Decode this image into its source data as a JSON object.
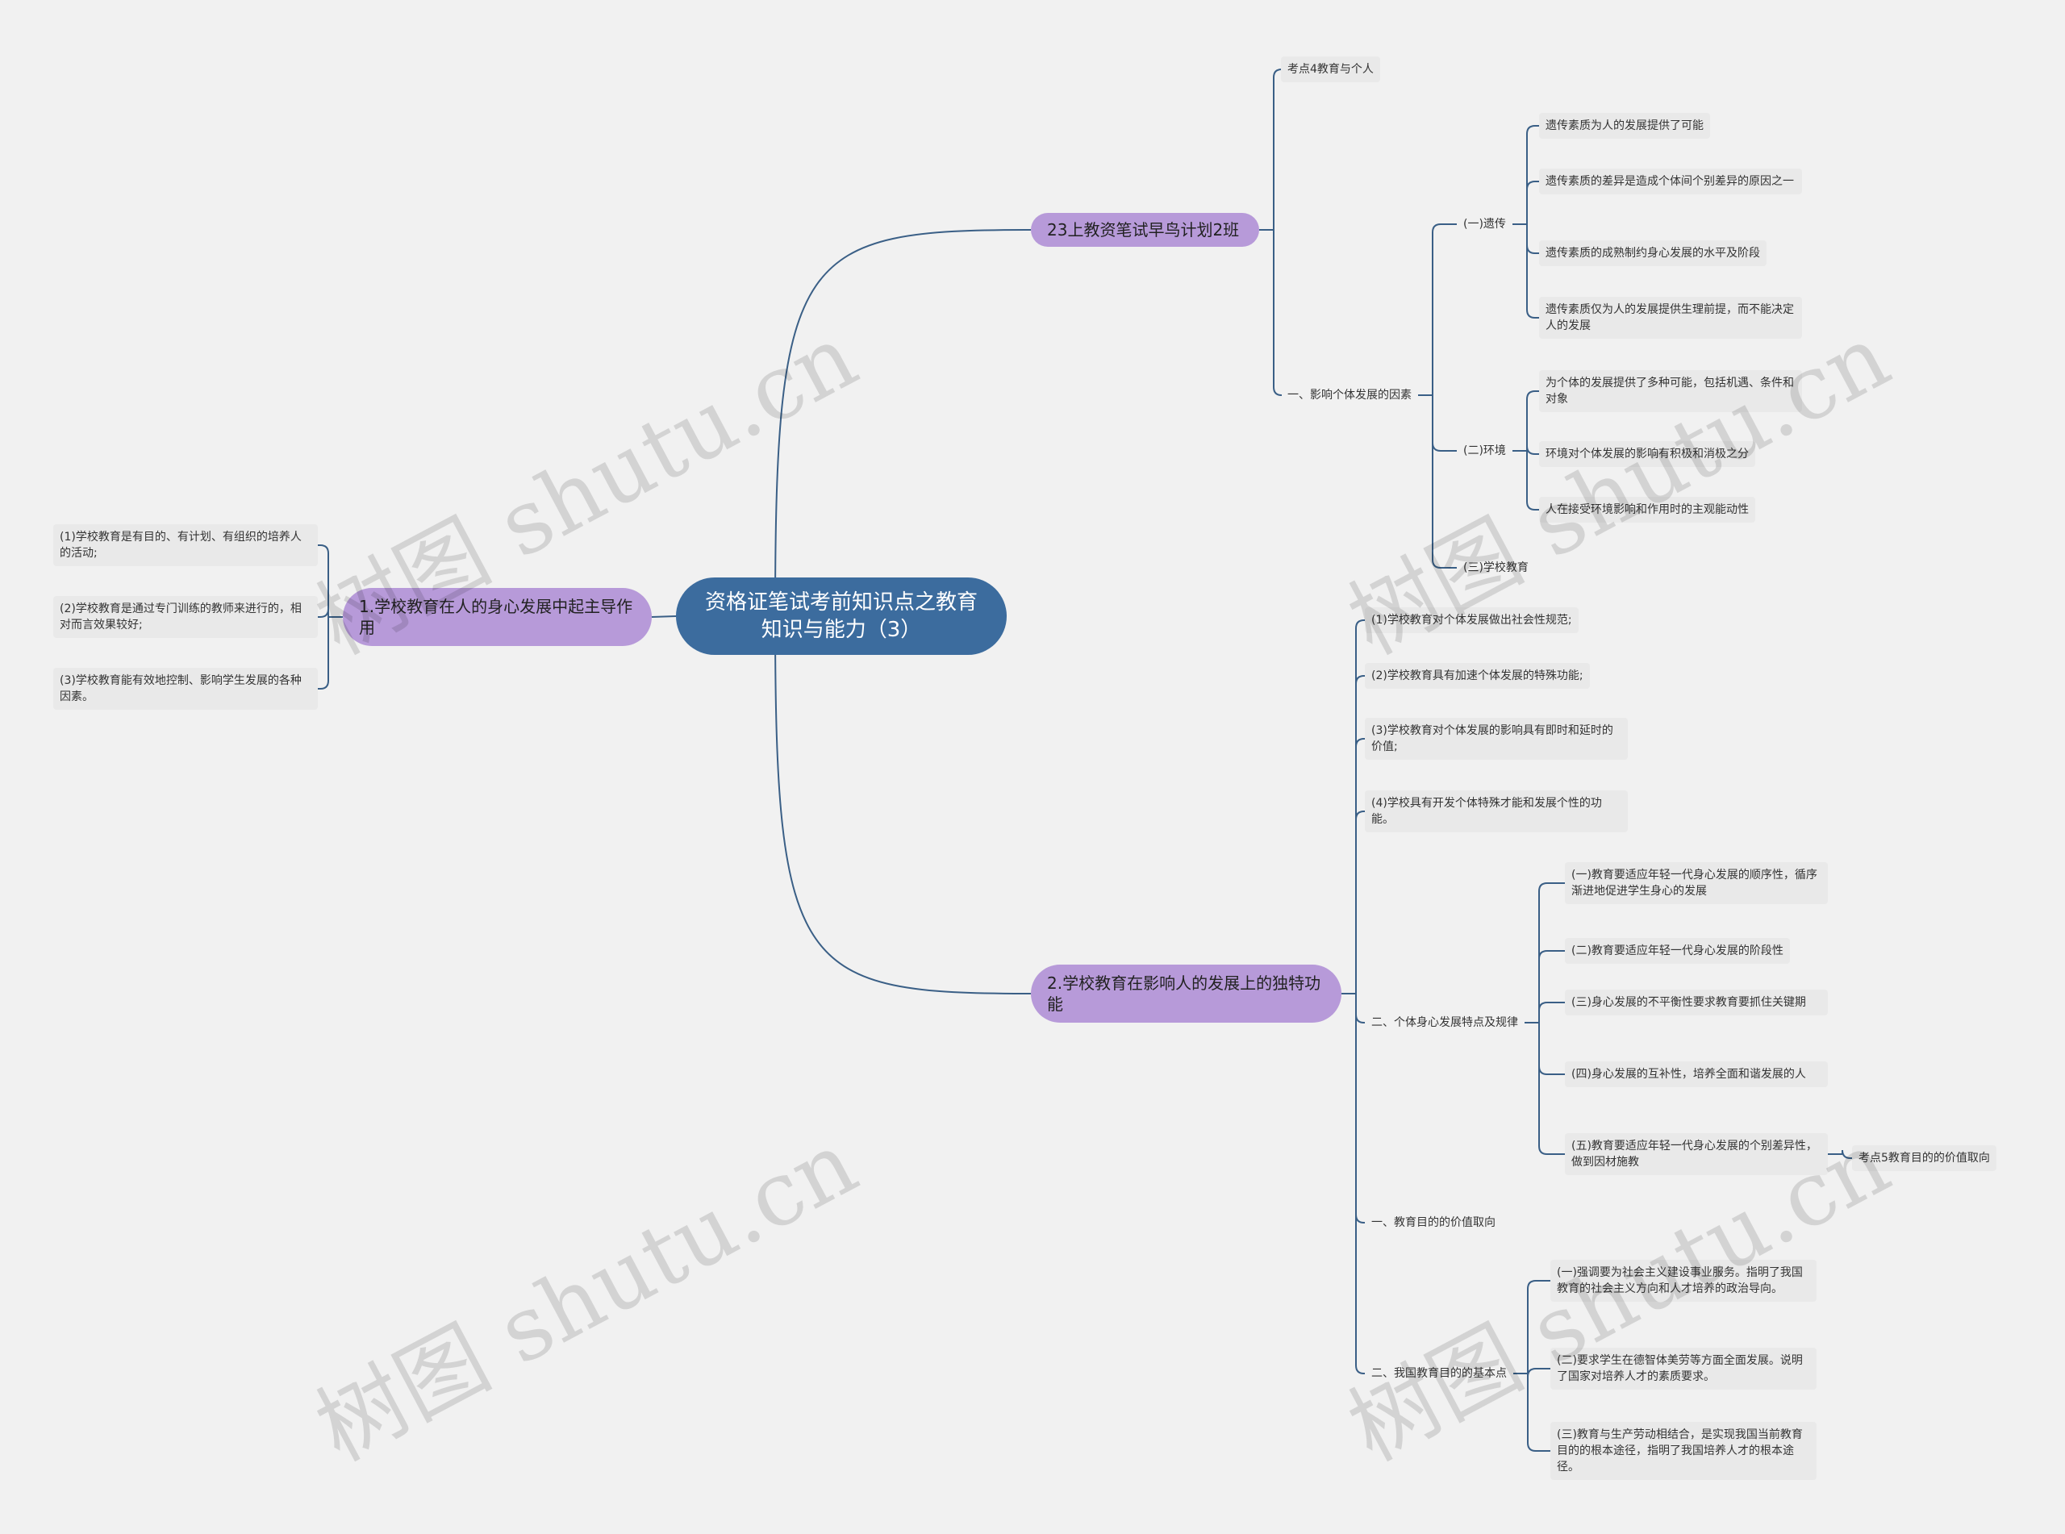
{
  "root": {
    "title": "资格证笔试考前知识点之教育知识与能力（3）"
  },
  "colors": {
    "root": "#3c6c9e",
    "level1": "#b79ad9",
    "leaf": "#e9e9e9",
    "line": "#3a5f86",
    "background": "#f1f1f1"
  },
  "left_branch": {
    "label": "1.学校教育在人的身心发展中起主导作用",
    "items": [
      "(1)学校教育是有目的、有计划、有组织的培养人的活动;",
      "(2)学校教育是通过专门训练的教师来进行的，相对而言效果较好;",
      "(3)学校教育能有效地控制、影响学生发展的各种因素。"
    ]
  },
  "top_branch": {
    "label": "23上教资笔试早鸟计划2班",
    "kaodian4": "考点4教育与个人",
    "factors": {
      "label": "一、影响个体发展的因素",
      "heredity": {
        "label": "(一)遗传",
        "items": [
          "遗传素质为人的发展提供了可能",
          "遗传素质的差异是造成个体间个别差异的原因之一",
          "遗传素质的成熟制约身心发展的水平及阶段",
          "遗传素质仅为人的发展提供生理前提，而不能决定人的发展"
        ]
      },
      "environment": {
        "label": "(二)环境",
        "items": [
          "为个体的发展提供了多种可能，包括机遇、条件和对象",
          "环境对个体发展的影响有积极和消极之分",
          "人在接受环境影响和作用时的主观能动性"
        ]
      },
      "school": {
        "label": "(三)学校教育"
      }
    }
  },
  "bottom_branch": {
    "label": "2.学校教育在影响人的发展上的独特功能",
    "items": [
      "(1)学校教育对个体发展做出社会性规范;",
      "(2)学校教育具有加速个体发展的特殊功能;",
      "(3)学校教育对个体发展的影响具有即时和延时的价值;",
      "(4)学校具有开发个体特殊才能和发展个性的功能。"
    ],
    "rules": {
      "label": "二、个体身心发展特点及规律",
      "items": [
        "(一)教育要适应年轻一代身心发展的顺序性，循序渐进地促进学生身心的发展",
        "(二)教育要适应年轻一代身心发展的阶段性",
        "(三)身心发展的不平衡性要求教育要抓住关键期",
        "(四)身心发展的互补性，培养全面和谐发展的人",
        "(五)教育要适应年轻一代身心发展的个别差异性，做到因材施教"
      ],
      "kaodian5": "考点5教育目的的价值取向"
    },
    "value": {
      "label": "一、教育目的的价值取向"
    },
    "basic": {
      "label": "二、我国教育目的的基本点",
      "items": [
        "(一)强调要为社会主义建设事业服务。指明了我国教育的社会主义方向和人才培养的政治导向。",
        "(二)要求学生在德智体美劳等方面全面发展。说明了国家对培养人才的素质要求。",
        "(三)教育与生产劳动相结合，是实现我国当前教育目的的根本途径，指明了我国培养人才的根本途径。"
      ]
    }
  },
  "watermarks": [
    "树图 shutu.cn",
    "树图 shutu.cn",
    "树图 shutu.cn",
    "树图 shutu.cn"
  ]
}
